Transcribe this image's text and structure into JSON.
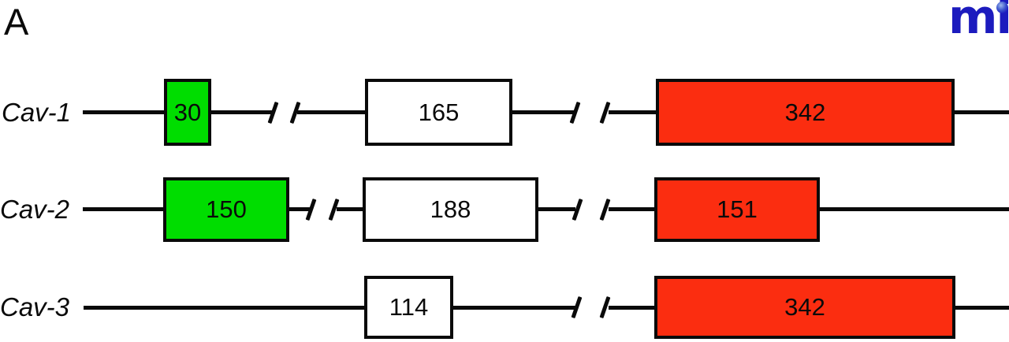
{
  "panel_label": "A",
  "logo": {
    "text": "mi",
    "color": "#1c1bbe"
  },
  "colors": {
    "exon_green": "#00dd00",
    "exon_red": "#fb2d10",
    "exon_white": "#ffffff",
    "line": "#0a0a0a"
  },
  "genes": [
    {
      "name": "Cav-1",
      "exons": [
        {
          "label": "30",
          "color": "green"
        },
        {
          "label": "165",
          "color": "white"
        },
        {
          "label": "342",
          "color": "red"
        }
      ]
    },
    {
      "name": "Cav-2",
      "exons": [
        {
          "label": "150",
          "color": "green"
        },
        {
          "label": "188",
          "color": "white"
        },
        {
          "label": "151",
          "color": "red"
        }
      ]
    },
    {
      "name": "Cav-3",
      "exons": [
        {
          "label": "114",
          "color": "white"
        },
        {
          "label": "342",
          "color": "red"
        }
      ]
    }
  ]
}
